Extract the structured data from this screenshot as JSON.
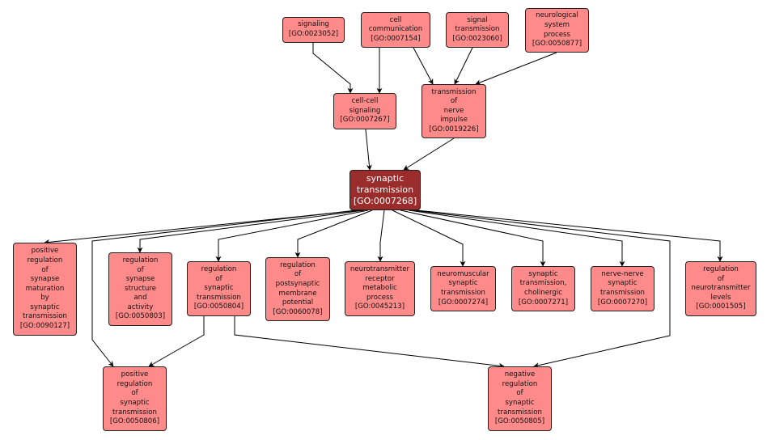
{
  "nodes": {
    "signaling": {
      "lines": [
        "signaling",
        "[GO:0023052]"
      ],
      "style": "normal"
    },
    "cell_communication": {
      "lines": [
        "cell",
        "communication",
        "[GO:0007154]"
      ],
      "style": "normal"
    },
    "signal_transmission": {
      "lines": [
        "signal",
        "transmission",
        "[GO:0023060]"
      ],
      "style": "normal"
    },
    "neurological_system_process": {
      "lines": [
        "neurological",
        "system",
        "process",
        "[GO:0050877]"
      ],
      "style": "normal"
    },
    "cell_cell_signaling": {
      "lines": [
        "cell-cell",
        "signaling",
        "[GO:0007267]"
      ],
      "style": "normal"
    },
    "transmission_of_nerve_impulse": {
      "lines": [
        "transmission",
        "of",
        "nerve",
        "impulse",
        "[GO:0019226]"
      ],
      "style": "normal"
    },
    "synaptic_transmission": {
      "lines": [
        "synaptic",
        "transmission",
        "[GO:0007268]"
      ],
      "style": "focus"
    },
    "pos_reg_synapse_maturation": {
      "lines": [
        "positive",
        "regulation",
        "of",
        "synapse",
        "maturation",
        "by",
        "synaptic",
        "transmission",
        "[GO:0090127]"
      ],
      "style": "normal"
    },
    "reg_synapse_structure": {
      "lines": [
        "regulation",
        "of",
        "synapse",
        "structure",
        "and",
        "activity",
        "[GO:0050803]"
      ],
      "style": "normal"
    },
    "reg_synaptic_transmission": {
      "lines": [
        "regulation",
        "of",
        "synaptic",
        "transmission",
        "[GO:0050804]"
      ],
      "style": "normal"
    },
    "reg_postsynaptic_membrane_potential": {
      "lines": [
        "regulation",
        "of",
        "postsynaptic",
        "membrane",
        "potential",
        "[GO:0060078]"
      ],
      "style": "normal"
    },
    "nt_receptor_metabolic": {
      "lines": [
        "neurotransmitter",
        "receptor",
        "metabolic",
        "process",
        "[GO:0045213]"
      ],
      "style": "normal"
    },
    "neuromuscular": {
      "lines": [
        "neuromuscular",
        "synaptic",
        "transmission",
        "[GO:0007274]"
      ],
      "style": "normal"
    },
    "cholinergic": {
      "lines": [
        "synaptic",
        "transmission,",
        "cholinergic",
        "[GO:0007271]"
      ],
      "style": "normal"
    },
    "nerve_nerve": {
      "lines": [
        "nerve-nerve",
        "synaptic",
        "transmission",
        "[GO:0007270]"
      ],
      "style": "normal"
    },
    "reg_nt_levels": {
      "lines": [
        "regulation",
        "of",
        "neurotransmitter",
        "levels",
        "[GO:0001505]"
      ],
      "style": "normal"
    },
    "pos_reg_synaptic_transmission": {
      "lines": [
        "positive",
        "regulation",
        "of",
        "synaptic",
        "transmission",
        "[GO:0050806]"
      ],
      "style": "normal"
    },
    "neg_reg_synaptic_transmission": {
      "lines": [
        "negative",
        "regulation",
        "of",
        "synaptic",
        "transmission",
        "[GO:0050805]"
      ],
      "style": "normal"
    }
  },
  "edges": [
    [
      "signaling",
      "cell_cell_signaling"
    ],
    [
      "cell_communication",
      "cell_cell_signaling"
    ],
    [
      "cell_communication",
      "transmission_of_nerve_impulse"
    ],
    [
      "signal_transmission",
      "transmission_of_nerve_impulse"
    ],
    [
      "neurological_system_process",
      "transmission_of_nerve_impulse"
    ],
    [
      "cell_cell_signaling",
      "synaptic_transmission"
    ],
    [
      "transmission_of_nerve_impulse",
      "synaptic_transmission"
    ],
    [
      "synaptic_transmission",
      "pos_reg_synapse_maturation"
    ],
    [
      "synaptic_transmission",
      "reg_synapse_structure"
    ],
    [
      "synaptic_transmission",
      "reg_synaptic_transmission"
    ],
    [
      "synaptic_transmission",
      "reg_postsynaptic_membrane_potential"
    ],
    [
      "synaptic_transmission",
      "nt_receptor_metabolic"
    ],
    [
      "synaptic_transmission",
      "neuromuscular"
    ],
    [
      "synaptic_transmission",
      "cholinergic"
    ],
    [
      "synaptic_transmission",
      "nerve_nerve"
    ],
    [
      "synaptic_transmission",
      "reg_nt_levels"
    ],
    [
      "synaptic_transmission",
      "pos_reg_synaptic_transmission"
    ],
    [
      "synaptic_transmission",
      "neg_reg_synaptic_transmission"
    ],
    [
      "reg_synaptic_transmission",
      "pos_reg_synaptic_transmission"
    ],
    [
      "reg_synaptic_transmission",
      "neg_reg_synaptic_transmission"
    ]
  ],
  "colors": {
    "node_fill": "#ff8a8a",
    "focus_fill": "#9b2c2c",
    "edge": "#000000"
  }
}
